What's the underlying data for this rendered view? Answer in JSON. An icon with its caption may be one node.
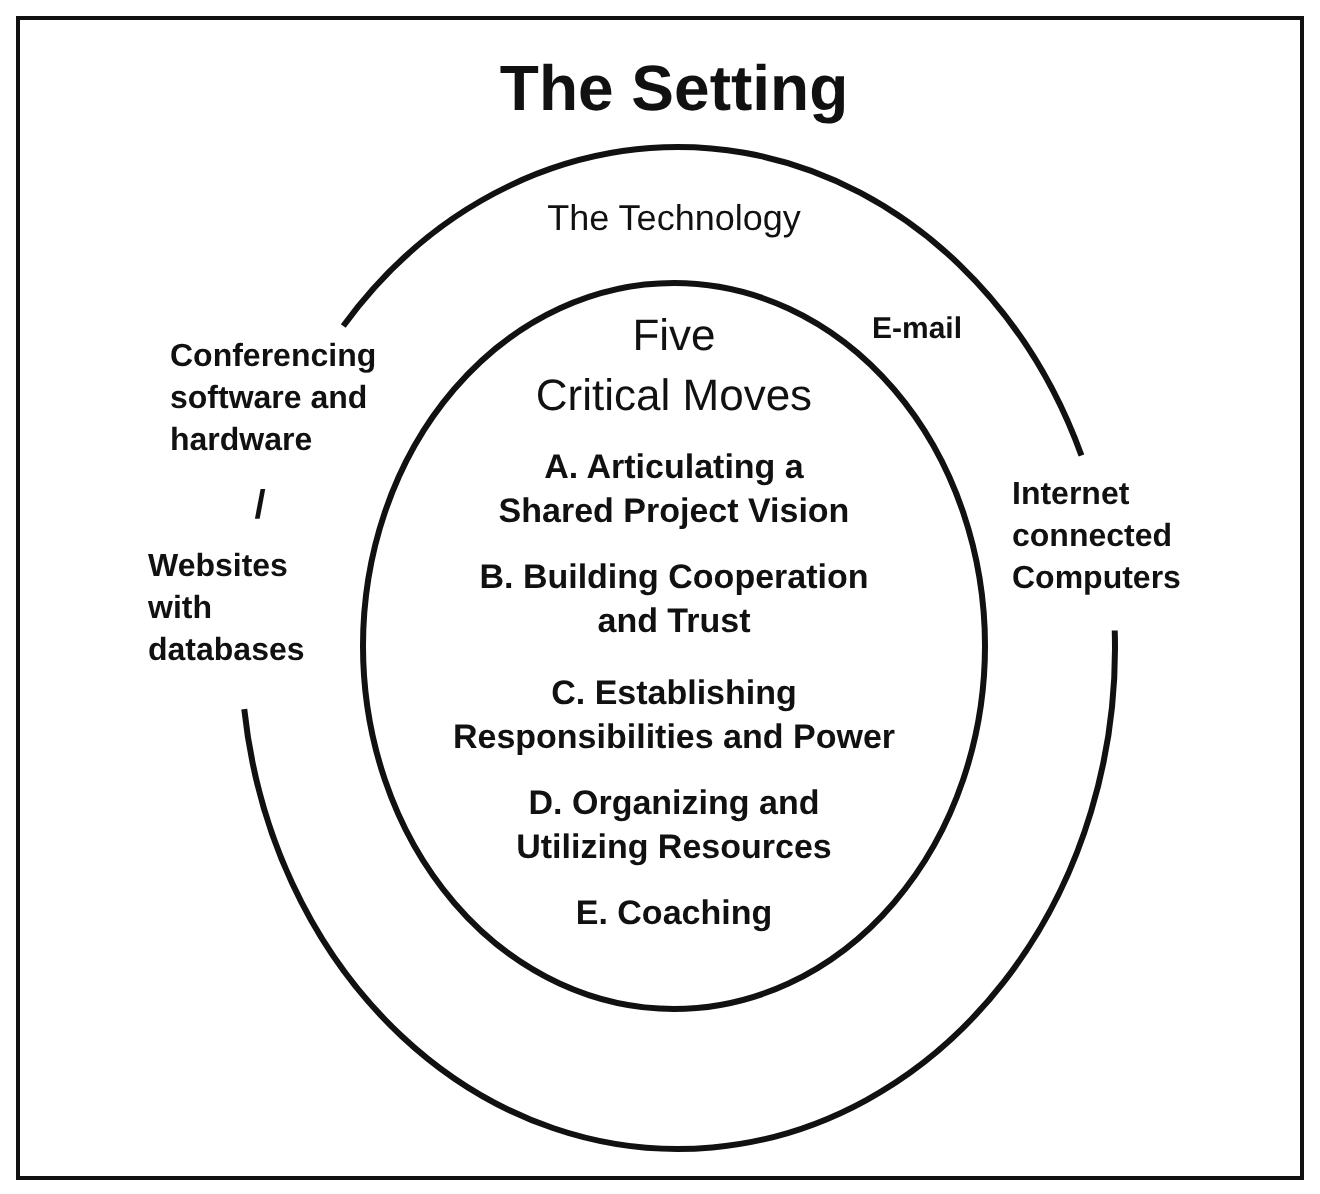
{
  "diagram": {
    "nodes": [
      {
        "text": [
          "The Setting"
        ]
      },
      {
        "text": [
          "The Technology",
          "E-mail",
          "Conferencing software and hardware",
          "/",
          "Websites with databases",
          "Internet connected Computers"
        ],
        "in": 0
      },
      {
        "text": [
          "Five Critical Moves",
          "A. Articulating a Shared Project Vision",
          "B. Building Cooperation and Trust",
          "C. Establishing Responsibilities and Power",
          "D. Organizing and Utilizing Resources",
          "E. Coaching"
        ],
        "in": 1
      }
    ]
  }
}
